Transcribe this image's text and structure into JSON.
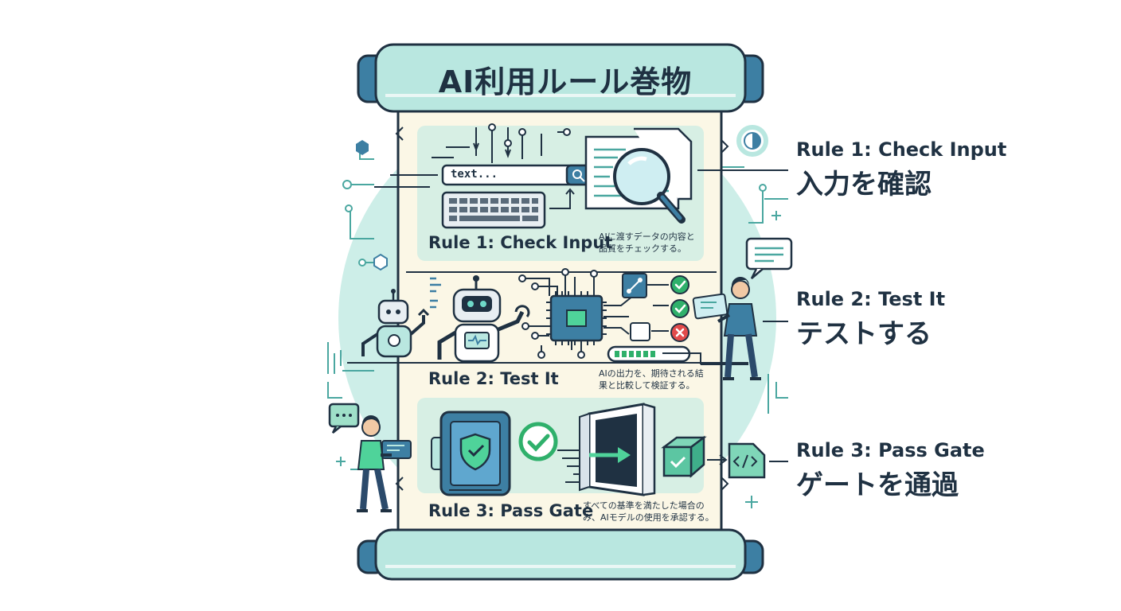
{
  "title": "AI利用ルール巻物",
  "search_text": "text...",
  "rules": [
    {
      "label": "Rule 1: Check Input",
      "description": "AIに渡すデータの内容と\n品質をチェックする。",
      "side_en": "Rule 1: Check Input",
      "side_jp": "入力を確認"
    },
    {
      "label": "Rule 2: Test It",
      "description": "AIの出力を、期待される結\n果と比較して検証する。",
      "side_en": "Rule 2: Test It",
      "side_jp": "テストする"
    },
    {
      "label": "Rule 3: Pass Gate",
      "description": "すべての基準を満たした場合の\nみ、AIモデルの使用を承認する。",
      "side_en": "Rule 3: Pass Gate",
      "side_jp": "ゲートを通過"
    }
  ],
  "test_results": [
    "pass",
    "pass",
    "fail"
  ],
  "colors": {
    "ink": "#1f3142",
    "scroll_teal": "#b9e7e0",
    "rod_blue": "#3d7fa3",
    "paper": "#fbf7e6",
    "panel_mint": "#d7efe4",
    "check_green": "#2fb06b",
    "fail_red": "#e24b4b",
    "accent_teal": "#4aa7a0"
  }
}
